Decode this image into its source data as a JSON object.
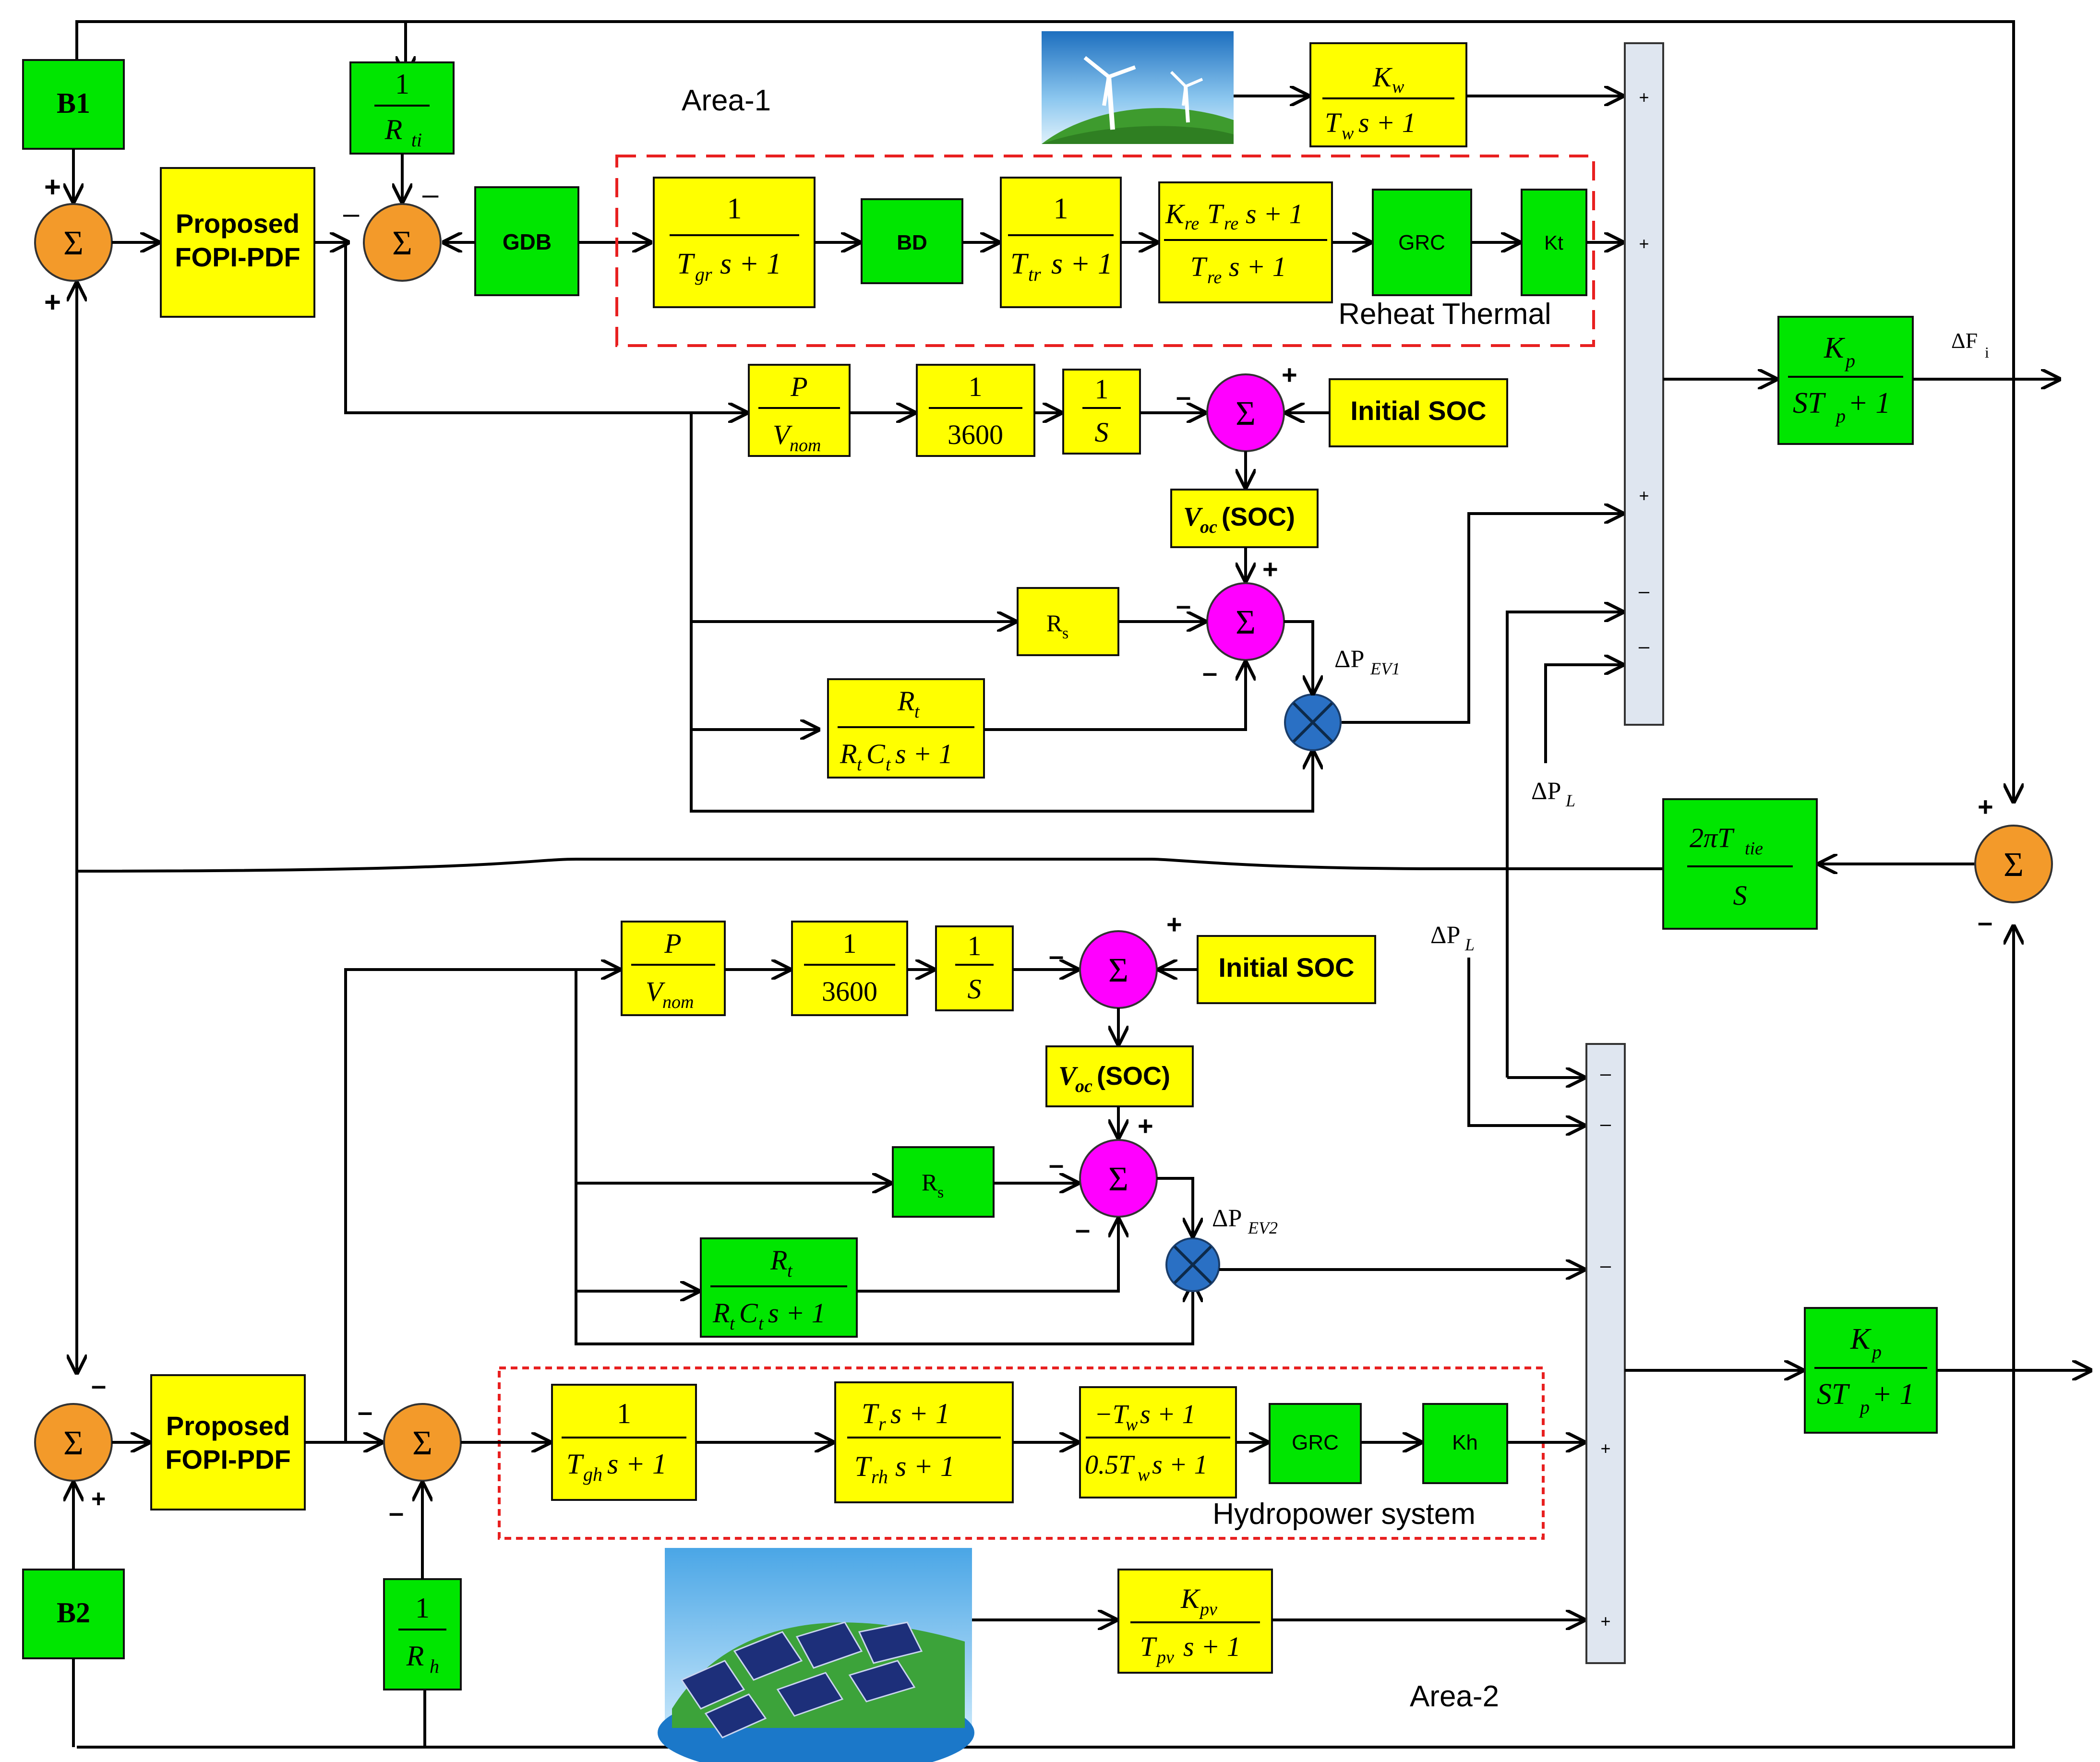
{
  "area1": {
    "title": "Area-1",
    "reheat_label": "Reheat Thermal"
  },
  "area2": {
    "title": "Area-2",
    "hydro_label": "Hydropower system"
  },
  "blocks": {
    "b1": "B1",
    "b2": "B2",
    "controller1": [
      "Proposed",
      "FOPI-PDF"
    ],
    "controller2": [
      "Proposed",
      "FOPI-PDF"
    ],
    "gdb": "GDB",
    "bd": "BD",
    "grc": "GRC",
    "kt": "Kt",
    "kh": "Kh",
    "initial_soc": "Initial SOC",
    "voc": "V",
    "voc_sub": "oc",
    "voc_suffix": " (SOC)",
    "rs": "R",
    "rs_sub": "s"
  },
  "tf": {
    "one": "1",
    "r_ti_num": "1",
    "r_ti_den": "R",
    "r_ti_sub": "ti",
    "r_h_num": "1",
    "r_h_den": "R",
    "r_h_sub": "h",
    "kw_num": "K",
    "kw_sub": "w",
    "kw_den": "T",
    "kw_den_sub": "w",
    "kw_den_tail": "s + 1",
    "tgr_den": "T",
    "tgr_sub": "gr",
    "tgr_tail": "s + 1",
    "ttr_den": "T",
    "ttr_sub": "tr",
    "ttr_tail": "s + 1",
    "kre_num": "K",
    "kre_sub": "re",
    "kre_num2": "T",
    "kre_sub2": "re",
    "kre_num_tail": "s + 1",
    "tre_den": "T",
    "tre_sub": "re",
    "tre_tail": "s + 1",
    "p_num": "P",
    "vnom_den": "V",
    "vnom_sub": "nom",
    "n3600": "3600",
    "int_den": "S",
    "rt_num": "R",
    "rt_sub": "t",
    "rtct_a": "R",
    "rtct_a_sub": "t",
    "rtct_b": "C",
    "rtct_b_sub": "t",
    "rtct_tail": "s + 1",
    "kp_num": "K",
    "kp_sub": "p",
    "kp_den": "ST",
    "kp_den_sub": "p",
    "kp_tail": " + 1",
    "tie_num": "2πT",
    "tie_sub": "tie",
    "tie_den": "S",
    "tgh_den": "T",
    "tgh_sub": "gh",
    "tgh_tail": "s + 1",
    "tr_num": "T",
    "tr_sub": "r",
    "tr_num_tail": "s + 1",
    "trh_den": "T",
    "trh_sub": "rh",
    "trh_tail": "s + 1",
    "tw_num": "−T",
    "tw_sub": "w",
    "tw_num_tail": "s + 1",
    "tw_den": "0.5T",
    "tw_den_sub": "w",
    "tw_den_tail": "s + 1",
    "kpv_num": "K",
    "kpv_sub": "pv",
    "kpv_den": "T",
    "kpv_den_sub": "pv",
    "kpv_tail": "s + 1"
  },
  "signals": {
    "dF": "ΔF",
    "dF_sub": "i",
    "dPL": "ΔP",
    "dPL_sub": "L",
    "dPEV1": "ΔP",
    "dPEV1_sub": "EV1",
    "dPEV2": "ΔP",
    "dPEV2_sub": "EV2"
  },
  "symbols": {
    "sigma": "Σ",
    "plus": "+",
    "minus": "−",
    "dash": "–"
  },
  "colors": {
    "yellow": "#ffff00",
    "green": "#00e600",
    "orange": "#f39a2a",
    "magenta": "#ff00ff",
    "blue": "#2a70c4"
  }
}
